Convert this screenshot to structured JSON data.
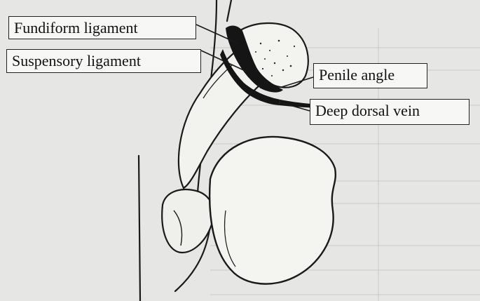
{
  "labels": {
    "fundiform": "Fundiform ligament",
    "suspensory": "Suspensory ligament",
    "penile_angle": "Penile angle",
    "deep_dorsal_vein": "Deep dorsal vein"
  },
  "colors": {
    "background": "#e6e6e4",
    "ink": "#1a1a1a",
    "label_fill": "#f7f7f5"
  }
}
